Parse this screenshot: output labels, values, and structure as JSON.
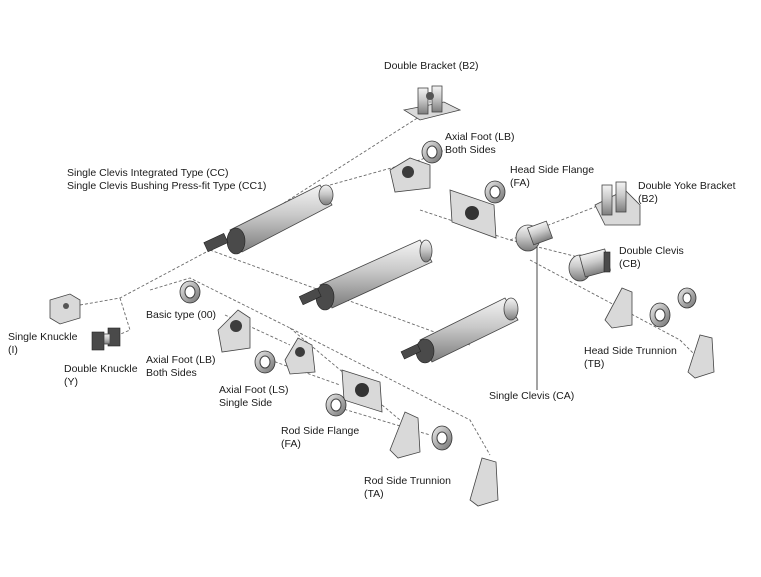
{
  "labels": {
    "double_bracket_b2": [
      "Double Bracket (B2)"
    ],
    "axial_foot_lb_top": [
      "Axial Foot (LB)",
      "Both Sides"
    ],
    "head_side_flange": [
      "Head Side Flange",
      "(FA)"
    ],
    "single_clevis_cc": [
      "Single Clevis Integrated Type (CC)",
      "Single Clevis Bushing Press-fit Type (CC1)"
    ],
    "double_yoke_bracket": [
      "Double Yoke Bracket",
      "(B2)"
    ],
    "double_clevis": [
      "Double Clevis",
      "(CB)"
    ],
    "basic_type": [
      "Basic type (00)"
    ],
    "single_knuckle": [
      "Single Knuckle",
      "(I)"
    ],
    "double_knuckle": [
      "Double Knuckle",
      "(Y)"
    ],
    "axial_foot_lb_left": [
      "Axial Foot (LB)",
      "Both Sides"
    ],
    "head_side_trunnion": [
      "Head Side Trunnion",
      "(TB)"
    ],
    "axial_foot_ls": [
      "Axial Foot (LS)",
      "Single Side"
    ],
    "single_clevis_ca": [
      "Single Clevis (CA)"
    ],
    "rod_side_flange": [
      "Rod Side Flange",
      "(FA)"
    ],
    "rod_side_trunnion": [
      "Rod Side Trunnion",
      "(TA)"
    ]
  }
}
